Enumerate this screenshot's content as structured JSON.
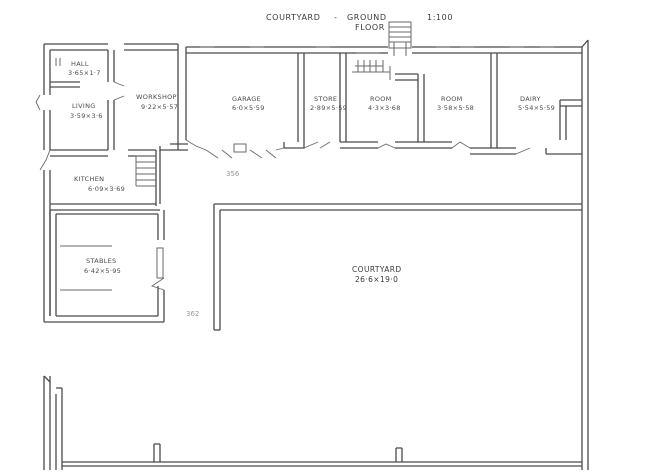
{
  "header": {
    "title": "COURTYARD",
    "dash": "-",
    "subtitle_line1": "GROUND",
    "subtitle_line2": "FLOOR",
    "scale": "1:100"
  },
  "rooms": {
    "hall": {
      "name": "HALL",
      "dims": "3·65×1·7"
    },
    "living": {
      "name": "LIVING",
      "dims": "3·59×3·6"
    },
    "workshop": {
      "name": "WORKSHOP",
      "dims": "9·22×5·57"
    },
    "garage": {
      "name": "GARAGE",
      "dims": "6·0×5·59"
    },
    "store": {
      "name": "STORE",
      "dims": "2·89×5·59"
    },
    "room1": {
      "name": "ROOM",
      "dims": "4·3×3·68"
    },
    "room2": {
      "name": "ROOM",
      "dims": "3·58×5·58"
    },
    "dairy": {
      "name": "DAIRY",
      "dims": "5·54×5·59"
    },
    "kitchen": {
      "name": "KITCHEN",
      "dims": "6·09×3·69"
    },
    "stables": {
      "name": "STABLES",
      "dims": "6·42×5·95"
    },
    "courtyard": {
      "name": "COURTYARD",
      "dims": "26·6×19·0"
    }
  },
  "annotations": {
    "mark_a": "356",
    "mark_b": "362"
  }
}
